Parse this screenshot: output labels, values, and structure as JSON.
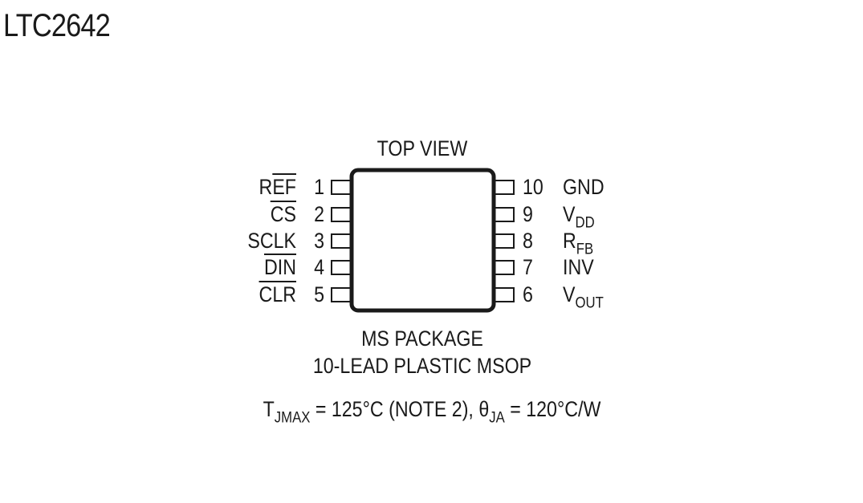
{
  "title": "LTC2642",
  "diagram": {
    "top_label": "TOP VIEW",
    "left_pins": [
      {
        "name": "REF",
        "name_overline": "EF",
        "name_plain": "R",
        "number": "1",
        "active_low": false
      },
      {
        "name": "CS",
        "number": "2",
        "active_low": true
      },
      {
        "name": "SCLK",
        "number": "3",
        "active_low": false
      },
      {
        "name": "DIN",
        "number": "4",
        "active_low": true
      },
      {
        "name": "CLR",
        "number": "5",
        "active_low": true
      }
    ],
    "right_pins": [
      {
        "number": "10",
        "name": "GND",
        "name_main": "GND",
        "name_sub": ""
      },
      {
        "number": "9",
        "name": "VDD",
        "name_main": "V",
        "name_sub": "DD"
      },
      {
        "number": "8",
        "name": "RFB",
        "name_main": "R",
        "name_sub": "FB"
      },
      {
        "number": "7",
        "name": "INV",
        "name_main": "INV",
        "name_sub": ""
      },
      {
        "number": "6",
        "name": "VOUT",
        "name_main": "V",
        "name_sub": "OUT"
      }
    ],
    "package_line1": "MS PACKAGE",
    "package_line2": "10-LEAD PLASTIC MSOP",
    "thermal": {
      "t_main": "T",
      "t_sub": "JMAX",
      "mid": " = 125°C (NOTE 2), θ",
      "theta_sub": "JA",
      "end": " = 120°C/W"
    }
  }
}
